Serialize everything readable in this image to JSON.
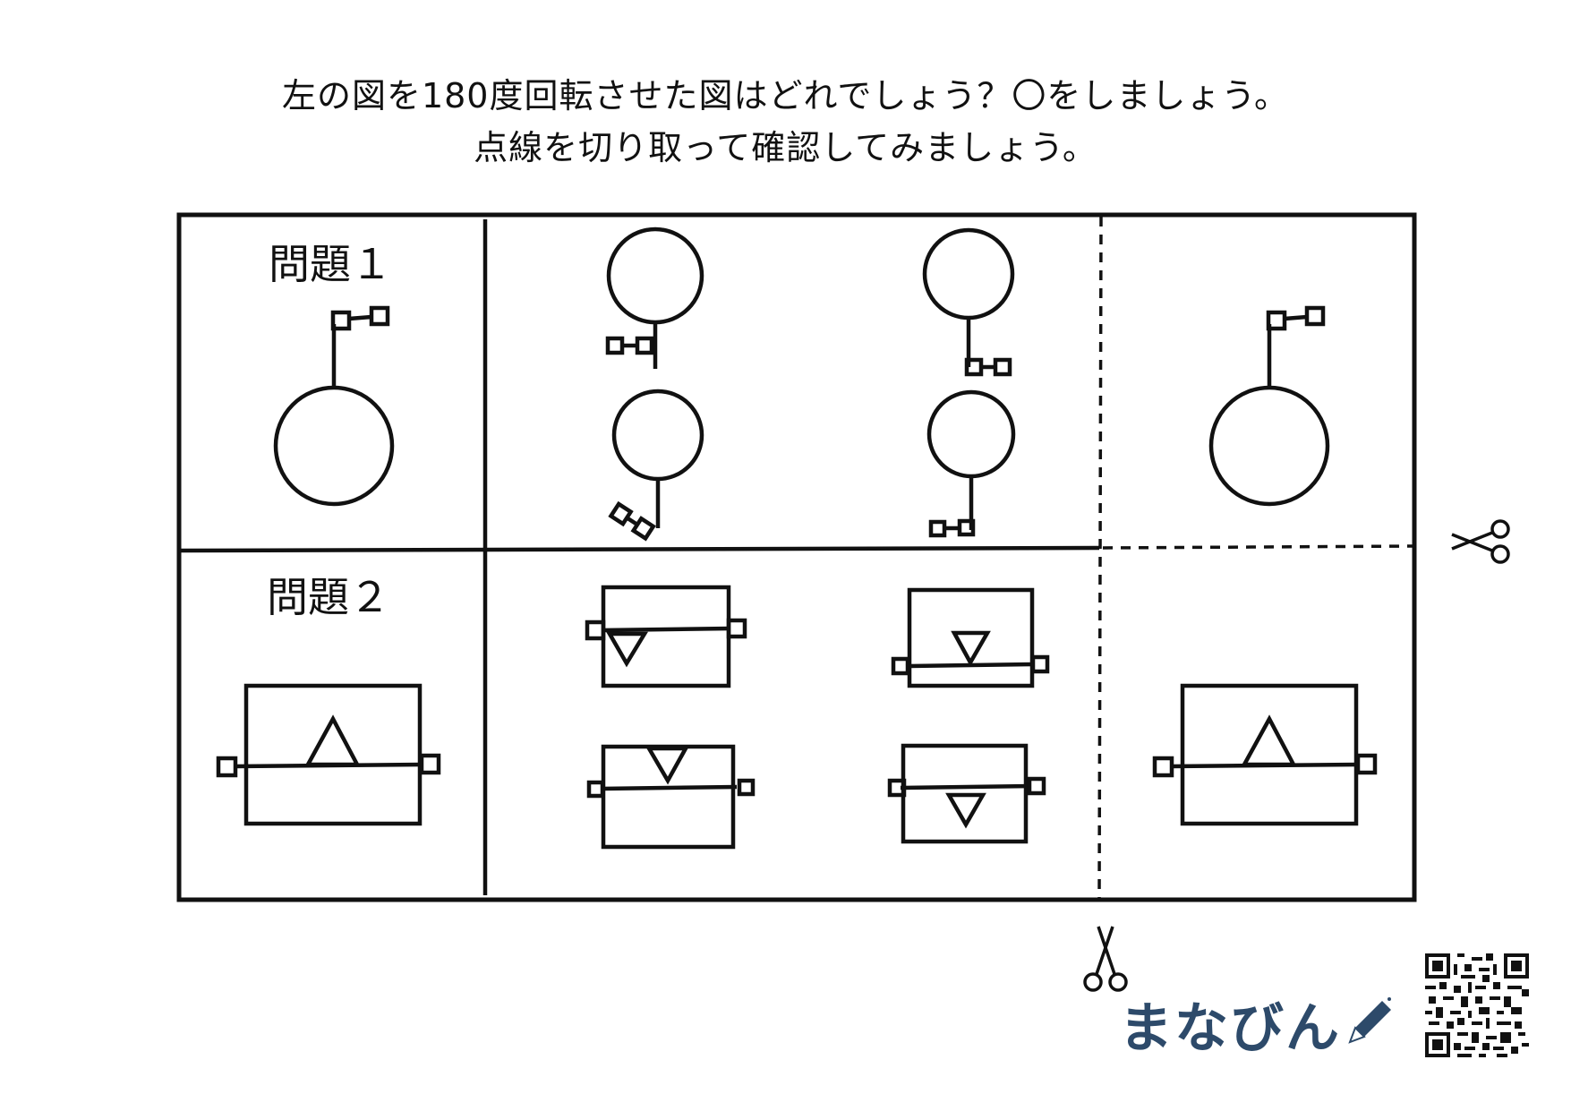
{
  "instructions": {
    "line1": "左の図を180度回転させた図はどれでしょう？〇をしましょう。",
    "line2": "点線を切り取って確認してみましょう。"
  },
  "problems": [
    {
      "label": "問題１"
    },
    {
      "label": "問題２"
    }
  ],
  "brand": {
    "name": "まなびん"
  },
  "icons": [
    "scissors-icon",
    "pencil-icon",
    "qr-code"
  ],
  "colors": {
    "ink": "#111111",
    "brand": "#2d4a6a"
  }
}
